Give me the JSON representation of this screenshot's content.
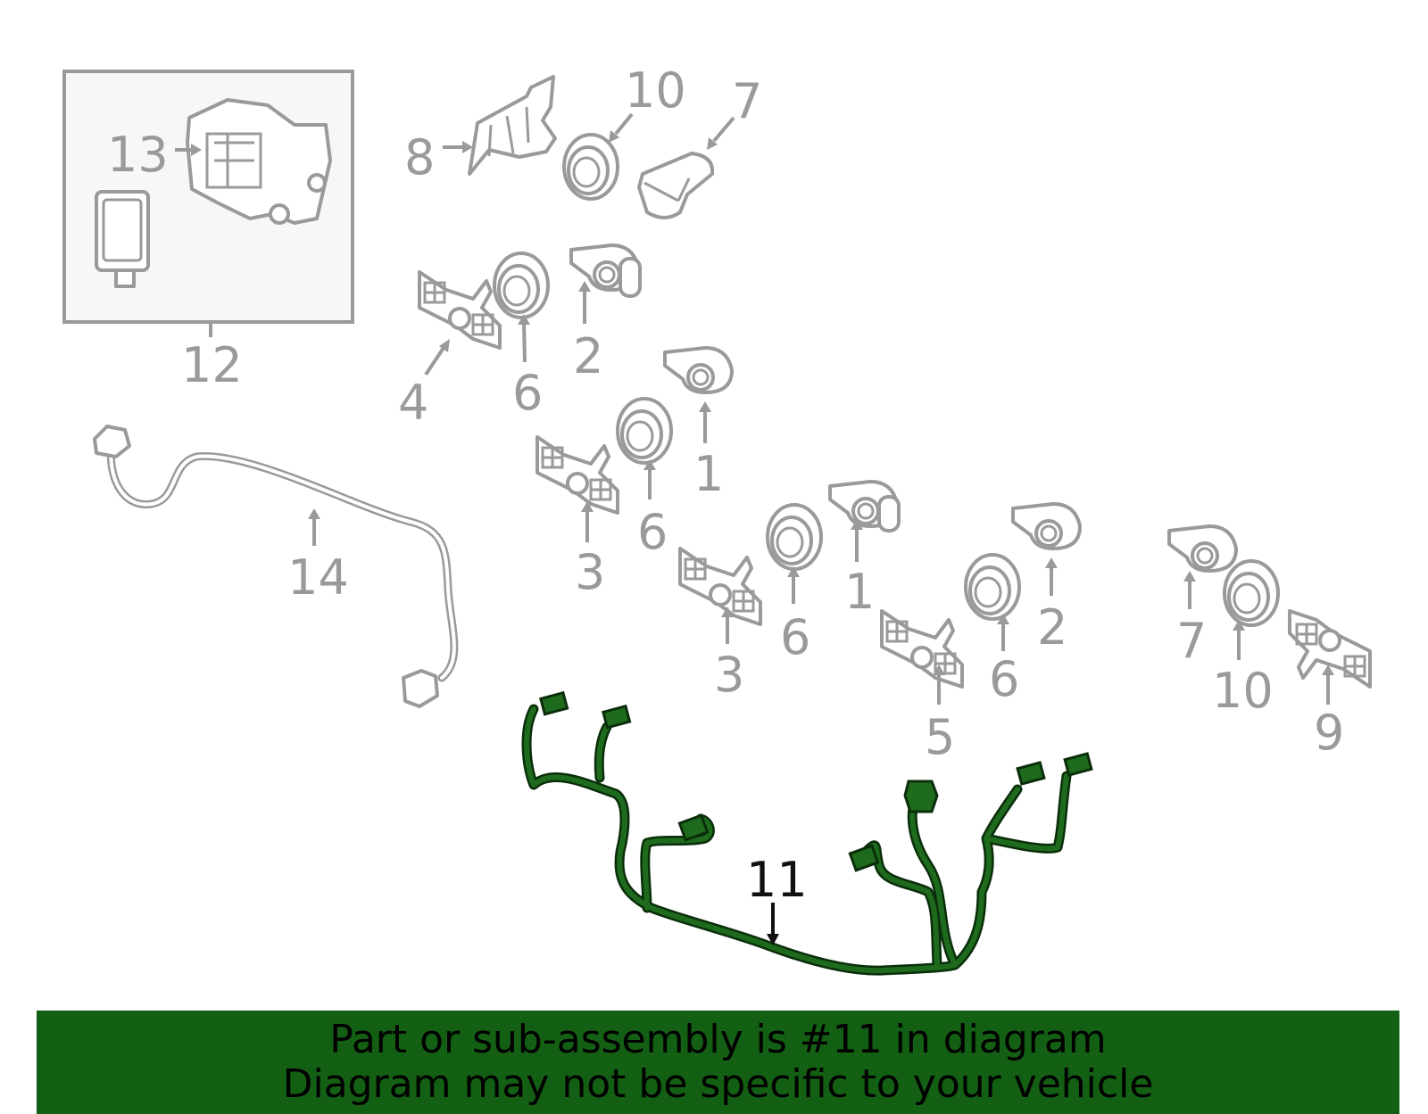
{
  "callouts": {
    "c1a": "1",
    "c1b": "1",
    "c2a": "2",
    "c2b": "2",
    "c3a": "3",
    "c3b": "3",
    "c4": "4",
    "c5": "5",
    "c6a": "6",
    "c6b": "6",
    "c6c": "6",
    "c6d": "6",
    "c7a": "7",
    "c7b": "7",
    "c8": "8",
    "c9": "9",
    "c10a": "10",
    "c10b": "10",
    "c11": "11",
    "c12": "12",
    "c13": "13",
    "c14": "14"
  },
  "banner": {
    "line1": "Part or sub-assembly is #11 in diagram",
    "line2": "Diagram may not be specific to your vehicle"
  },
  "colors": {
    "highlight": "#135f13",
    "part_line": "#9a9a9a",
    "harness": "#1e6b1e"
  }
}
